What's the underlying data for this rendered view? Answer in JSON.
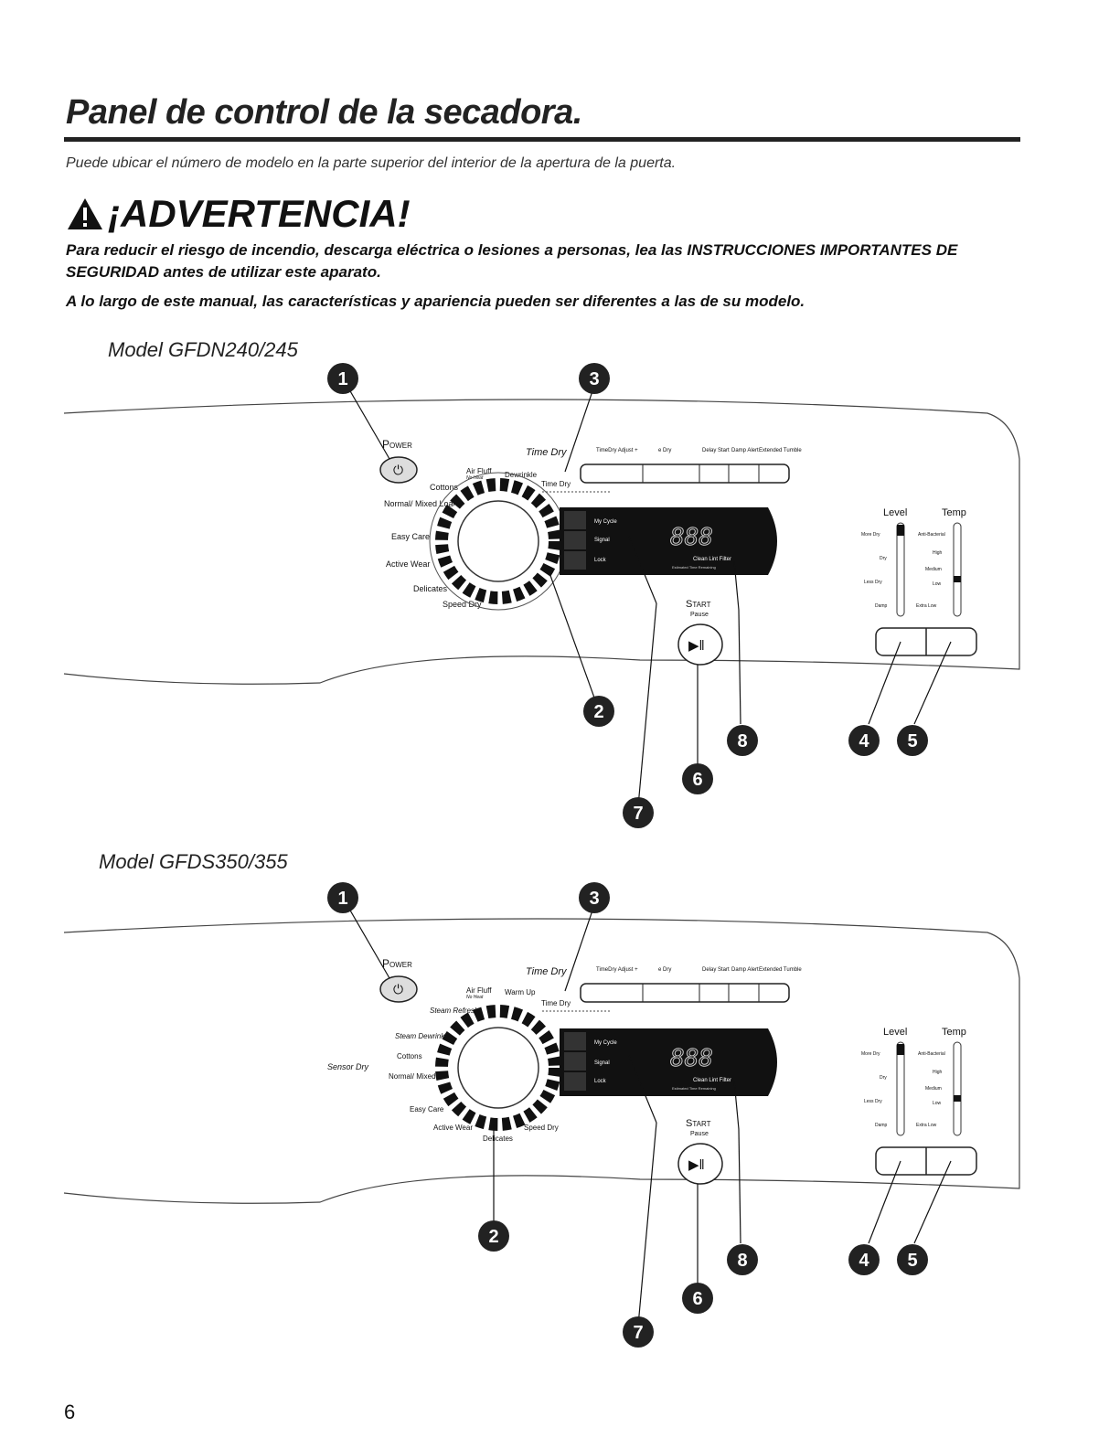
{
  "page": {
    "title": "Panel de control de la secadora.",
    "subtitle": "Puede ubicar el número de modelo en la parte superior del interior de la apertura de la puerta.",
    "warning_heading": "¡ADVERTENCIA!",
    "warning_text": "Para reducir el riesgo de incendio, descarga eléctrica o lesiones a personas, lea las INSTRUCCIONES IMPORTANTES DE SEGURIDAD antes de utilizar este aparato.",
    "note": "A lo largo de este manual, las características y apariencia pueden ser diferentes a las de su modelo.",
    "page_number": "6"
  },
  "callouts": [
    "1",
    "2",
    "3",
    "4",
    "5",
    "6",
    "7",
    "8"
  ],
  "panels": [
    {
      "model": "Model GFDN240/245",
      "power": "Power",
      "time_dry": "Time Dry",
      "cycles": [
        "Air Fluff",
        "No Heat",
        "Dewrinkle",
        "Time Dry",
        "Cottons",
        "Normal/ Mixed Load",
        "Easy Care",
        "Active Wear",
        "Delicates",
        "Speed Dry"
      ],
      "buttons": [
        "TimeDry Adjust +",
        "e Dry",
        "Delay Start",
        "Damp Alert",
        "Extended Tumble"
      ],
      "display": [
        "My Cycle",
        "Signal",
        "Lock",
        "888",
        "Clean Lint Filter",
        "Estimated Time Remaining"
      ],
      "start": "Start",
      "pause": "Pause",
      "level": "Level",
      "temp": "Temp",
      "level_options": [
        "More Dry",
        "Dry",
        "Less Dry",
        "Damp"
      ],
      "temp_options": [
        "Anti-Bacterial",
        "High",
        "Medium",
        "Low",
        "Extra Low"
      ]
    },
    {
      "model": "Model GFDS350/355",
      "power": "Power",
      "time_dry": "Time Dry",
      "cycles": [
        "Steam Refresh",
        "Air Fluff",
        "No Heat",
        "Warm Up",
        "Time Dry",
        "Steam Dewrinkle",
        "Sensor Dry",
        "Cottons",
        "Normal/ Mixed Load",
        "Easy Care",
        "Active Wear",
        "Delicates",
        "Speed Dry"
      ],
      "buttons": [
        "TimeDry Adjust +",
        "e Dry",
        "Delay Start",
        "Damp Alert",
        "Extended Tumble"
      ],
      "display": [
        "My Cycle",
        "Signal",
        "Lock",
        "888",
        "Clean Lint Filter",
        "Estimated Time Remaining"
      ],
      "start": "Start",
      "pause": "Pause",
      "level": "Level",
      "temp": "Temp",
      "level_options": [
        "More Dry",
        "Dry",
        "Less Dry",
        "Damp"
      ],
      "temp_options": [
        "Anti-Bacterial",
        "High",
        "Medium",
        "Low",
        "Extra Low"
      ]
    }
  ]
}
